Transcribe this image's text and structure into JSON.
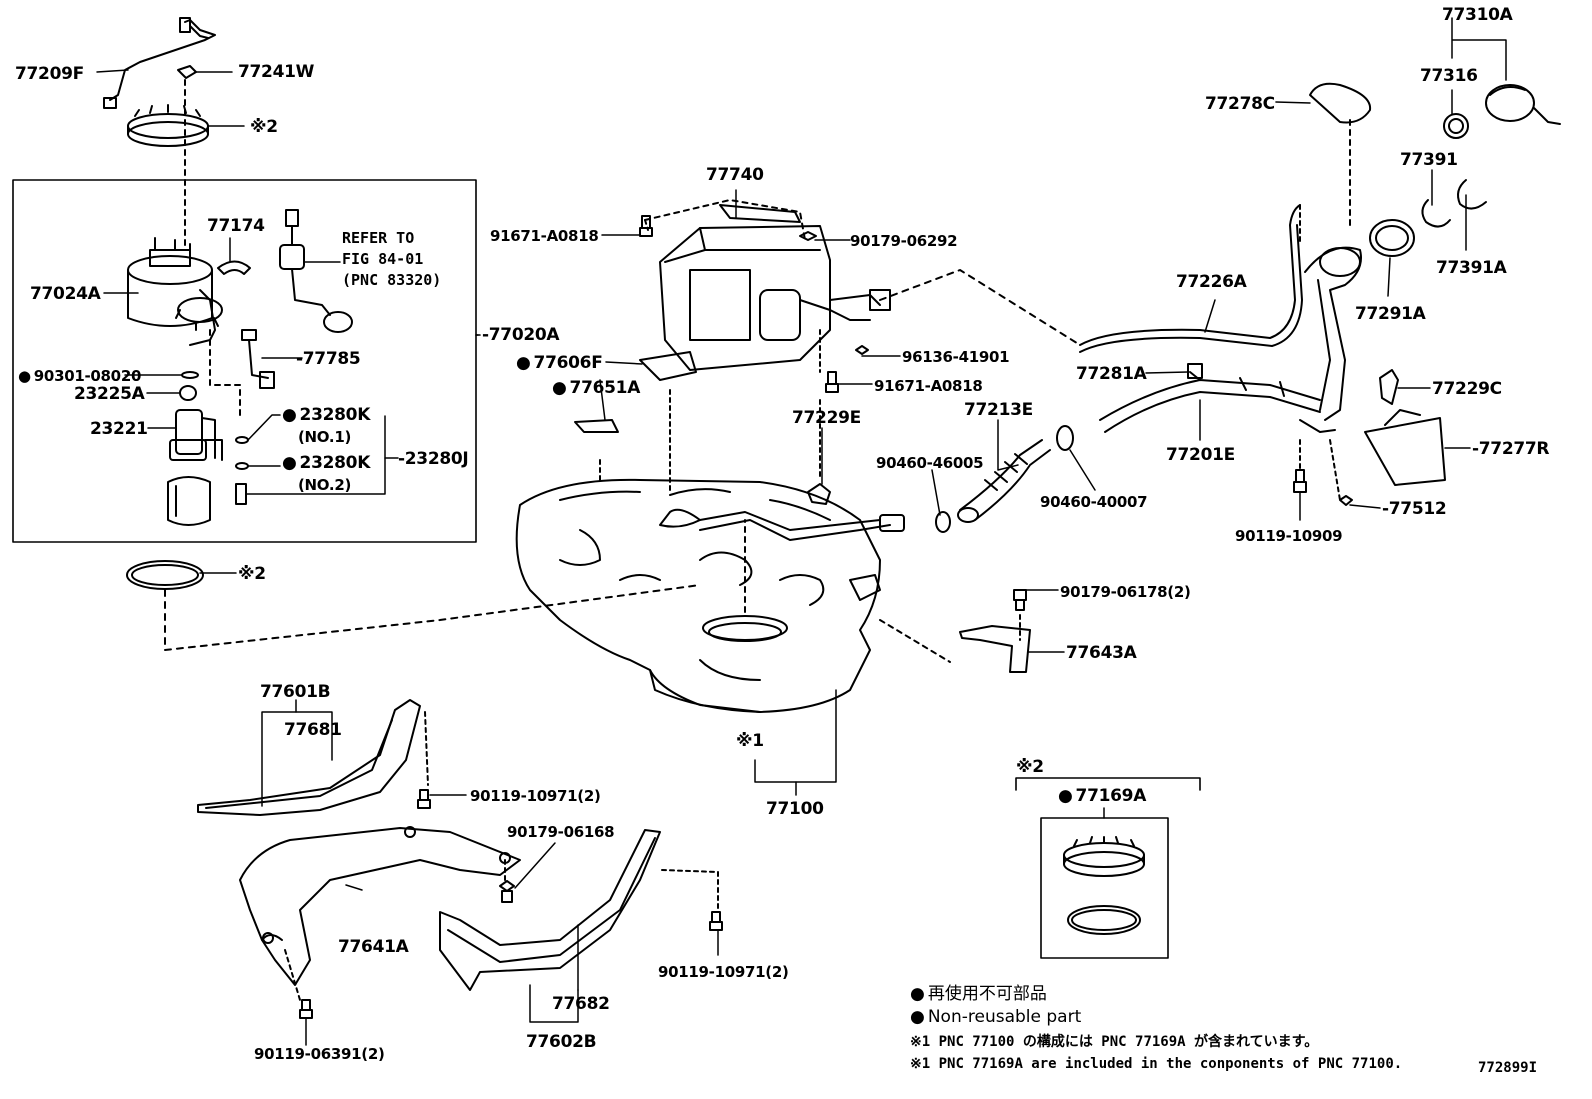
{
  "labels": {
    "p77209F": "77209F",
    "p77241W": "77241W",
    "p77174": "77174",
    "refer_line1": "REFER TO",
    "refer_line2": "FIG 84-01",
    "refer_line3": "(PNC 83320)",
    "p77024A": "77024A",
    "p77020A": "77020A",
    "p77785": "77785",
    "p90301_08020": "90301-08020",
    "p23225A": "23225A",
    "p23221": "23221",
    "p23280K_1": "23280K",
    "no1": "(NO.1)",
    "p23280K_2": "23280K",
    "no2": "(NO.2)",
    "p23280J": "23280J",
    "note2_a": "2",
    "note2_b": "2",
    "note2_c": "2",
    "p77740": "77740",
    "p91671_A0818_a": "91671-A0818",
    "p90179_06292": "90179-06292",
    "p96136_41901": "96136-41901",
    "p91671_A0818_b": "91671-A0818",
    "p77606F": "77606F",
    "p77651A": "77651A",
    "p77229E": "77229E",
    "p90460_46005": "90460-46005",
    "p77213E": "77213E",
    "p90460_40007": "90460-40007",
    "p77226A": "77226A",
    "p77281A": "77281A",
    "p77201E": "77201E",
    "p77278C": "77278C",
    "p77310A": "77310A",
    "p77316": "77316",
    "p77391": "77391",
    "p77391A": "77391A",
    "p77291A": "77291A",
    "p77229C": "77229C",
    "p77277R": "77277R",
    "p77512": "77512",
    "p90119_10909": "90119-10909",
    "p90179_06178": "90179-06178(2)",
    "p77643A": "77643A",
    "note1": "1",
    "p77100": "77100",
    "p77601B": "77601B",
    "p77681": "77681",
    "p90119_10971_a": "90119-10971(2)",
    "p90179_06168": "90179-06168",
    "p77641A": "77641A",
    "p90119_10971_b": "90119-10971(2)",
    "p77682": "77682",
    "p77602B": "77602B",
    "p90119_06391": "90119-06391(2)",
    "p77169A": "77169A"
  },
  "legend": {
    "jp_nonreusable": "再使用不可部品",
    "en_nonreusable": "Non-reusable part",
    "note1_jp": "1 PNC 77100 の構成には PNC 77169A が含まれています。",
    "note1_en": "1 PNC 77169A are included in the conponents of PNC 77100."
  },
  "figure_id": "772899I"
}
